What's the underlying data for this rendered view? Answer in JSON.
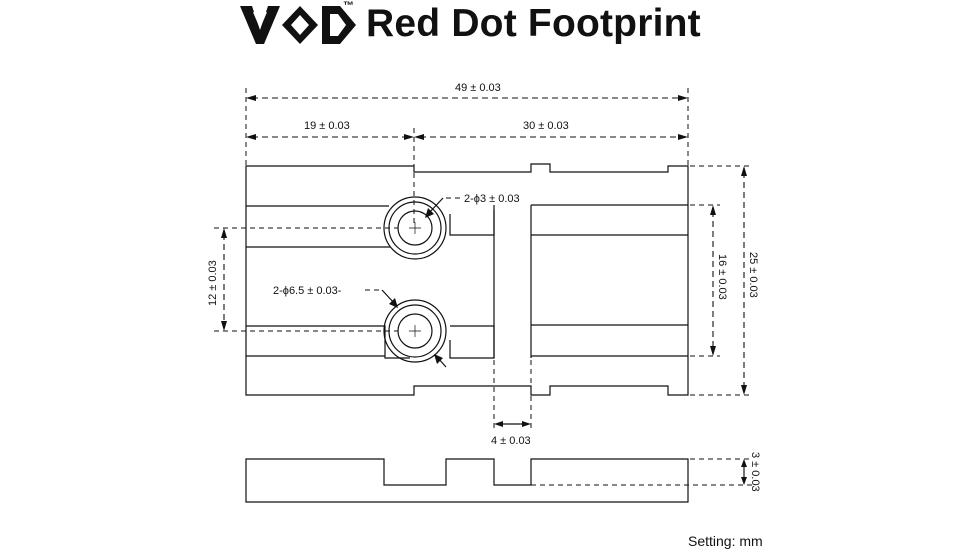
{
  "header": {
    "logo_text": "VOD",
    "trademark": "™",
    "title": "Red Dot Footprint"
  },
  "dimensions": {
    "overall_length": "49 ± 0.03",
    "hole_offset": "19 ± 0.03",
    "remaining_length": "30 ± 0.03",
    "hole_spacing": "12 ± 0.03",
    "hole_small_diameter": "2-ϕ3 ± 0.03",
    "hole_large_diameter": "2-ϕ6.5 ± 0.03-",
    "slot_width": "4 ± 0.03",
    "inner_width": "16 ± 0.03",
    "overall_width": "25 ± 0.03",
    "thickness": "3 ± 0.03"
  },
  "footer": {
    "units_note": "Setting: mm"
  },
  "colors": {
    "line": "#111111",
    "background": "#ffffff"
  }
}
